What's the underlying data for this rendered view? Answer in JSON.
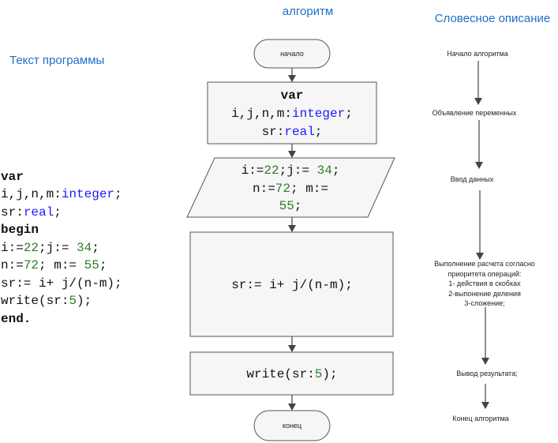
{
  "headers": {
    "algorithm": "алгоритм",
    "description": "Словесное описание",
    "program": "Текст программы"
  },
  "colors": {
    "header": "#1f6fc5",
    "keyword": "#1a1aff",
    "number": "#2a7f2a"
  },
  "program": {
    "l1": "var",
    "l2a": "i,j,n,m:",
    "l2b": "integer",
    "l2c": ";",
    "l3a": "sr:",
    "l3b": "real",
    "l3c": ";",
    "l4": "begin",
    "l5a": "i:=",
    "l5b": "22",
    "l5c": ";j:= ",
    "l5d": "34",
    "l5e": ";",
    "l6a": "n:=",
    "l6b": "72",
    "l6c": "; m:= ",
    "l6d": "55",
    "l6e": ";",
    "l7": "sr:= i+ j/(n-m);",
    "l8a": "write(sr:",
    "l8b": "5",
    "l8c": ");",
    "l9": "end."
  },
  "flowchart": {
    "start": "начало",
    "decl": {
      "l1": "var",
      "l2a": "i,j,n,m:",
      "l2b": "integer",
      "l2c": ";",
      "l3a": "sr:",
      "l3b": "real",
      "l3c": ";"
    },
    "input": {
      "l1a": "i:=",
      "l1b": "22",
      "l1c": ";j:= ",
      "l1d": "34",
      "l1e": ";",
      "l2a": "n:=",
      "l2b": "72",
      "l2c": "; m:=",
      "l3a": "55",
      "l3b": ";"
    },
    "process": "sr:= i+ j/(n-m);",
    "output": {
      "a": "write(sr:",
      "b": "5",
      "c": ");"
    },
    "end": "конец"
  },
  "description": {
    "d1": "Начало алгоритма",
    "d2": "Объявление переменных",
    "d3": "Ввод данных",
    "d4": [
      "Выполнение расчета согласно",
      "приоритета операций:",
      "1- действия в скобках",
      "2-выпонение деления",
      "3-сложение;"
    ],
    "d5": "Вывод результата;",
    "d6": "Конец алгоритма"
  }
}
